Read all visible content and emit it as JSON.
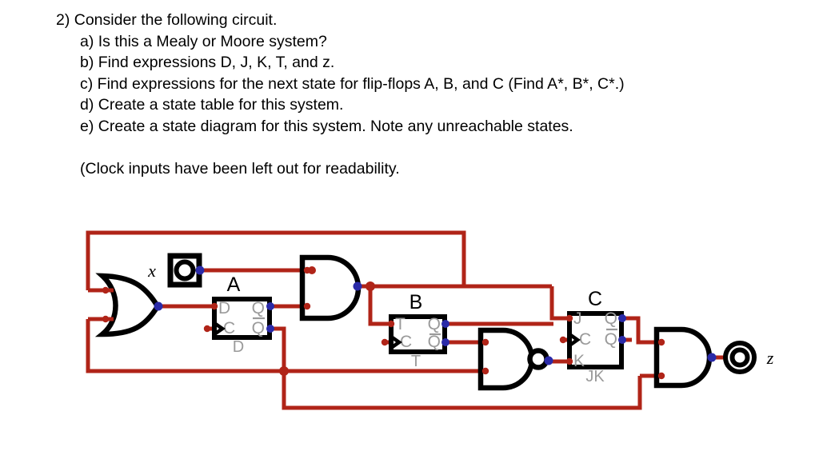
{
  "question": {
    "number": "2)",
    "lines": [
      "2) Consider the following circuit.",
      "a) Is this a Mealy or Moore system?",
      "b) Find expressions D, J, K, T, and z.",
      "c) Find expressions for the next state for flip-flops A, B, and C (Find A*, B*, C*.)",
      "d) Create a state table for this system.",
      "e) Create a state diagram for this system. Note any unreachable states.",
      "",
      "(Clock inputs have been left out for readability."
    ]
  },
  "circuit": {
    "input_label": "x",
    "output_label": "z",
    "colors": {
      "wire": "#b02418",
      "gate_outline": "#000000",
      "pin_label": "#9a9a9a",
      "node_output": "#2a2aa8",
      "node_junction": "#b02418",
      "background": "#ffffff"
    },
    "flipflops": [
      {
        "name": "A",
        "type": "D",
        "inputs": [
          "D",
          "C"
        ],
        "outputs": [
          "Q",
          "Q"
        ]
      },
      {
        "name": "B",
        "type": "T",
        "inputs": [
          "T",
          "C"
        ],
        "outputs": [
          "Q",
          "Q"
        ]
      },
      {
        "name": "C",
        "type": "JK",
        "inputs": [
          "J",
          "C",
          "K"
        ],
        "outputs": [
          "Q",
          "Q"
        ]
      }
    ],
    "gates": [
      {
        "id": "or1",
        "kind": "OR",
        "inputs": 2
      },
      {
        "id": "and1",
        "kind": "AND",
        "inputs": 2
      },
      {
        "id": "nand1",
        "kind": "NAND",
        "inputs": 2
      },
      {
        "id": "and2",
        "kind": "AND",
        "inputs": 2
      }
    ]
  }
}
